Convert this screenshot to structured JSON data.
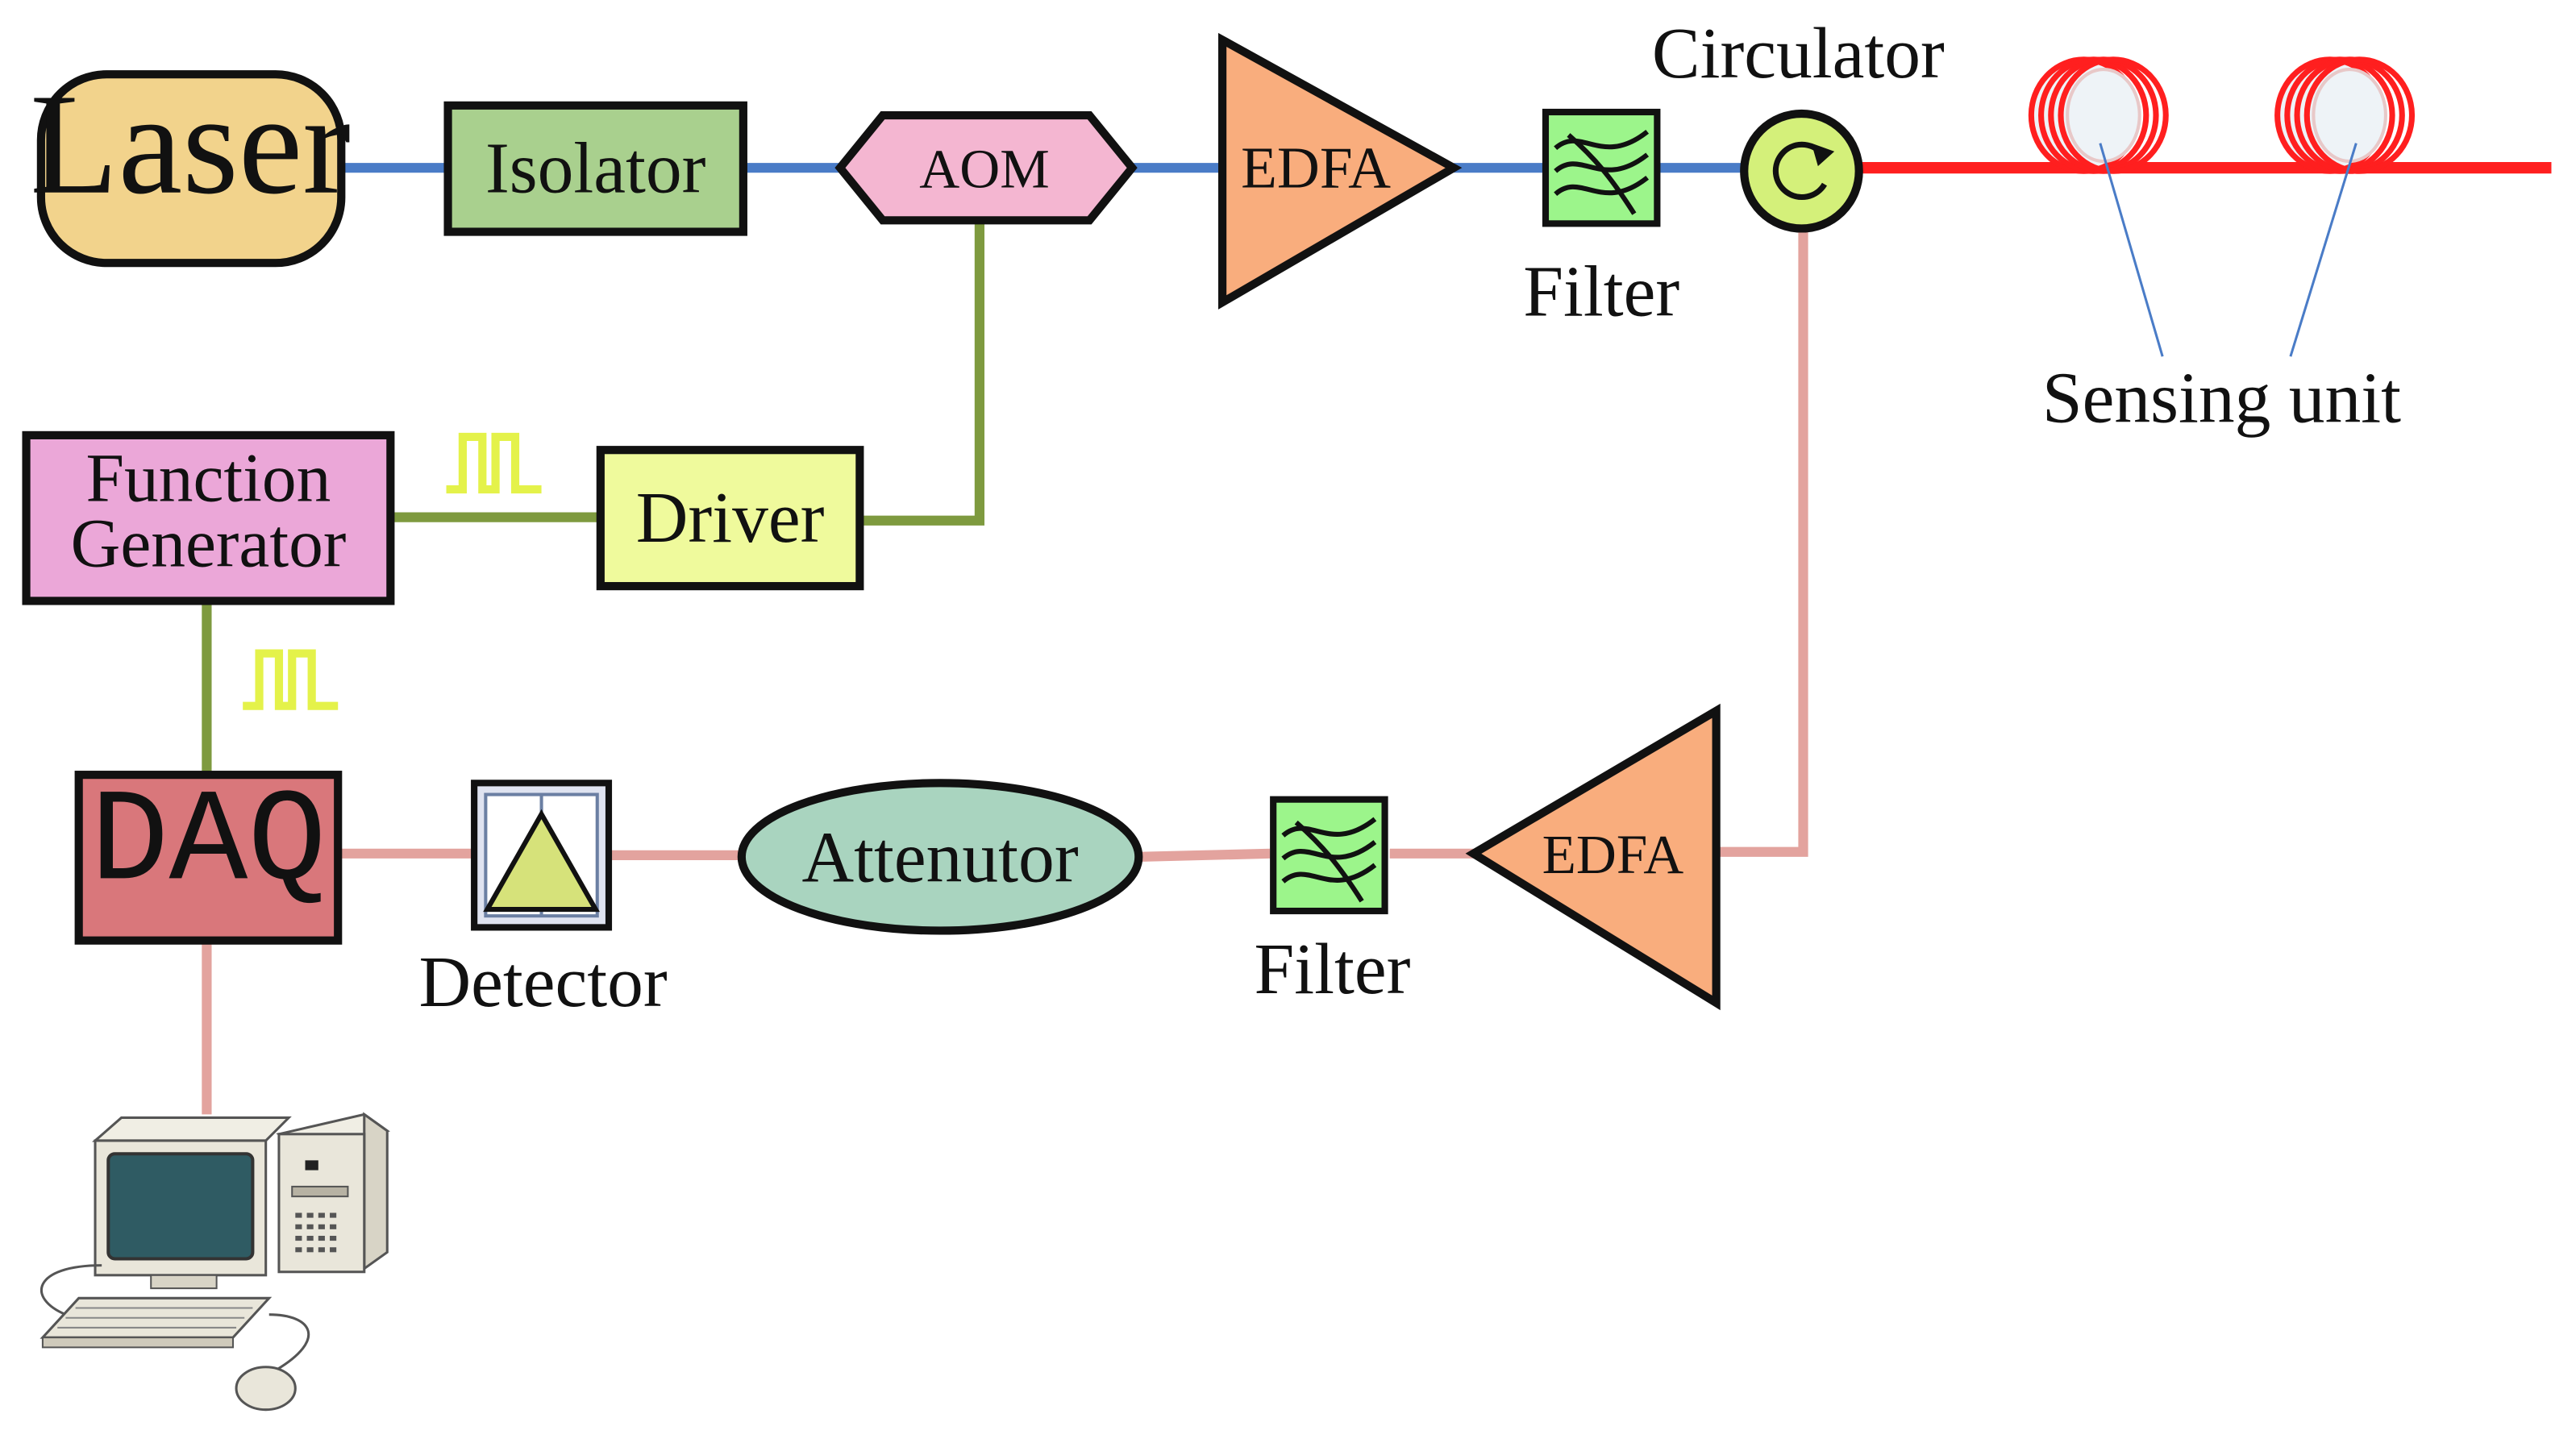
{
  "labels": {
    "laser": "Laser",
    "isolator": "Isolator",
    "aom": "AOM",
    "edfa_top": "EDFA",
    "filter_top": "Filter",
    "circulator": "Circulator",
    "sensing_unit": "Sensing unit",
    "function_generator_line1": "Function",
    "function_generator_line2": "Generator",
    "driver": "Driver",
    "daq": "DAQ",
    "detector": "Detector",
    "attenuator": "Attenutor",
    "filter_bottom": "Filter",
    "edfa_bottom": "EDFA"
  },
  "colors": {
    "optical_input": "#4a7cc7",
    "sensing_fiber": "#ff1f1f",
    "return_path": "#e3a39e",
    "electrical": "#7e9a3f",
    "pulse": "#e4f24a",
    "laser_fill": "#f2d38c",
    "isolator_fill": "#a9d08e",
    "aom_fill": "#f4b6d1",
    "edfa_fill": "#f9ad7d",
    "filter_fill": "#9cf58b",
    "circulator_fill": "#d4f07a",
    "function_generator_fill": "#eba7d8",
    "driver_fill": "#effa9c",
    "daq_fill": "#d9777b",
    "attenuator_fill": "#a9d4bf",
    "detector_fill": "#d6e27a"
  },
  "icons": {
    "computer": "computer-icon",
    "fiber_coil": "fiber-coil-icon",
    "pulse": "pulse-train-icon",
    "filter": "filter-icon",
    "circulator": "circulator-icon"
  }
}
